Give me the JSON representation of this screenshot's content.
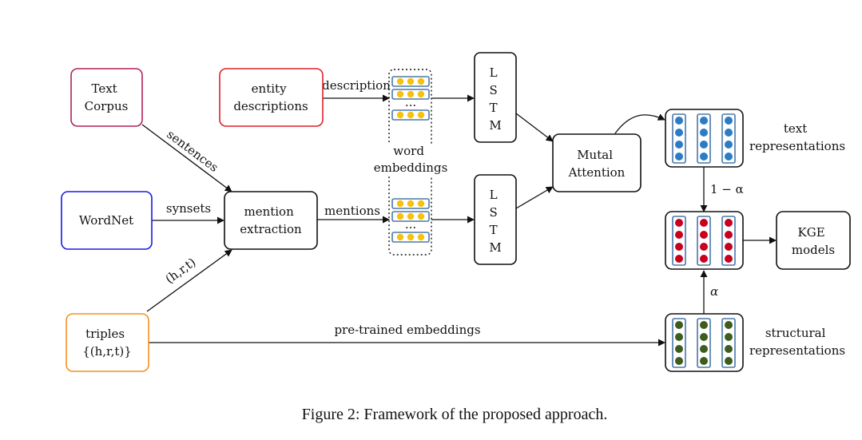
{
  "diagram": {
    "nodes": {
      "text_corpus": {
        "lines": [
          "Text",
          "Corpus"
        ],
        "color": "#b0205a"
      },
      "entity_descriptions": {
        "lines": [
          "entity",
          "descriptions"
        ],
        "color": "#e0202a"
      },
      "wordnet": {
        "lines": [
          "WordNet"
        ],
        "color": "#1a1ae6"
      },
      "triples": {
        "lines": [
          "triples",
          "{(h,r,t)}"
        ],
        "color": "#f5901e"
      },
      "mention_extraction": {
        "lines": [
          "mention",
          "extraction"
        ]
      },
      "lstm_top": {
        "lines": [
          "L",
          "S",
          "T",
          "M"
        ]
      },
      "lstm_bottom": {
        "lines": [
          "L",
          "S",
          "T",
          "M"
        ]
      },
      "mutal_attention": {
        "lines": [
          "Mutal",
          "Attention"
        ]
      },
      "kge_models": {
        "lines": [
          "KGE",
          "models"
        ]
      },
      "text_representations": {
        "lines": [
          "text",
          "representations"
        ]
      },
      "structural_representations": {
        "lines": [
          "structural",
          "representations"
        ]
      },
      "word_embeddings": {
        "lines": [
          "word",
          "embeddings"
        ]
      }
    },
    "edge_labels": {
      "description": "description",
      "sentences": "sentences",
      "synsets": "synsets",
      "mentions": "mentions",
      "hrt": "(h,r,t)",
      "pretrained": "pre-trained embeddings",
      "one_minus_alpha": "1 − α",
      "alpha": "α"
    },
    "ellipsis": "...",
    "embedding_colors": {
      "word": "#f5c211",
      "text": "#2b7cc4",
      "combined": "#c8001e",
      "structural": "#3d5c1e",
      "outline": "#4a78a8"
    }
  },
  "caption": "Figure 2: Framework of the proposed approach."
}
